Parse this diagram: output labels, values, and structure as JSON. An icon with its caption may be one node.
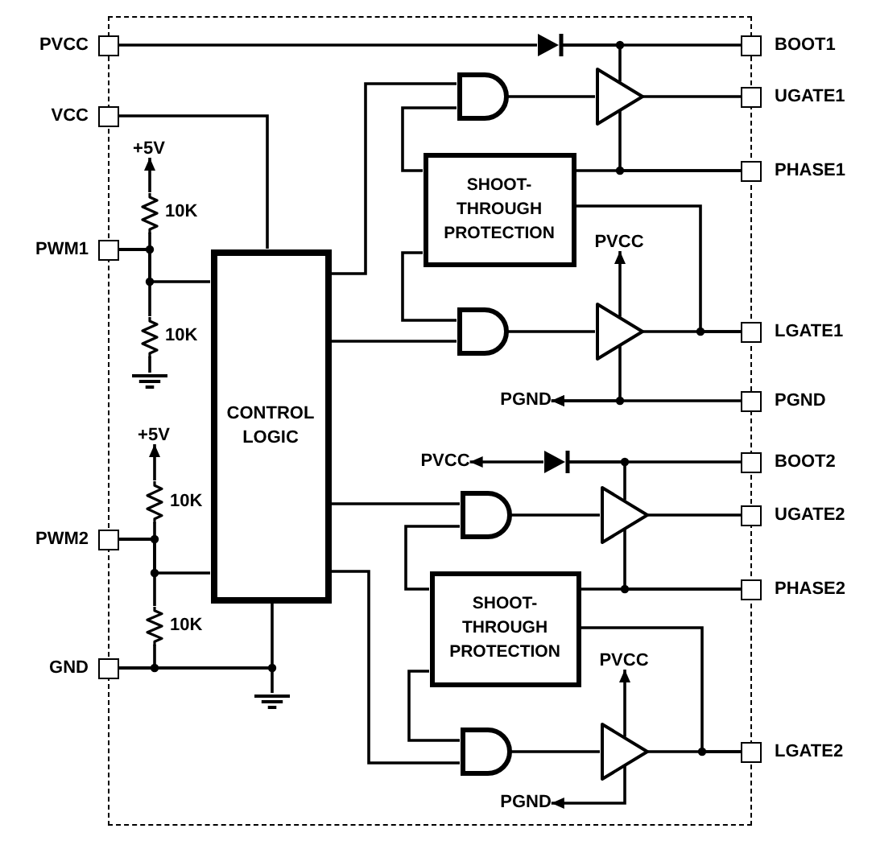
{
  "diagram": {
    "nodes": [
      {
        "text": [],
        "shape": "box"
      },
      {
        "text": [
          "PVCC"
        ]
      },
      {
        "text": [],
        "shape": "diode",
        "in": 0
      },
      {
        "text": [
          "BOOT1"
        ]
      },
      {
        "text": [
          "VCC"
        ]
      },
      {
        "text": [],
        "shape": "gate",
        "in": 0
      },
      {
        "text": [],
        "shape": "triangle",
        "in": 0
      },
      {
        "text": [
          "UGATE1"
        ]
      },
      {
        "text": [
          "+5V"
        ],
        "in": 0
      },
      {
        "text": [
          "SHOOT-THROUGH PROTECTION"
        ],
        "in": 0
      },
      {
        "text": [],
        "shape": "resistor",
        "beside": [
          "10K"
        ],
        "in": 0
      },
      {
        "text": [
          "PHASE1"
        ]
      },
      {
        "text": [
          "PWM1"
        ]
      },
      {
        "text": [
          "CONTROL LOGIC"
        ],
        "in": 0
      },
      {
        "text": [
          "PVCC"
        ],
        "in": 0
      },
      {
        "text": [],
        "shape": "resistor",
        "beside": [
          "10K"
        ],
        "in": 0
      },
      {
        "text": [],
        "shape": "gate",
        "in": 0
      },
      {
        "text": [],
        "shape": "triangle",
        "in": 0
      },
      {
        "text": [
          "LGATE1"
        ]
      },
      {
        "text": [],
        "shape": "ground",
        "in": 0
      },
      {
        "text": [
          "PGND"
        ],
        "in": 0
      },
      {
        "text": [
          "PGND"
        ]
      },
      {
        "text": [
          "+5V"
        ],
        "in": 0
      },
      {
        "text": [
          "PVCC"
        ],
        "in": 0
      },
      {
        "text": [],
        "shape": "diode",
        "in": 0
      },
      {
        "text": [
          "BOOT2"
        ]
      },
      {
        "text": [],
        "shape": "resistor",
        "beside": [
          "10K"
        ],
        "in": 0
      },
      {
        "text": [],
        "shape": "gate",
        "in": 0
      },
      {
        "text": [],
        "shape": "triangle",
        "in": 0
      },
      {
        "text": [
          "UGATE2"
        ]
      },
      {
        "text": [
          "PWM2"
        ]
      },
      {
        "text": [
          "SHOOT-THROUGH PROTECTION"
        ],
        "in": 0
      },
      {
        "text": [
          "PHASE2"
        ]
      },
      {
        "text": [],
        "shape": "resistor",
        "beside": [
          "10K"
        ],
        "in": 0
      },
      {
        "text": [
          "GND"
        ]
      },
      {
        "text": [],
        "shape": "ground",
        "in": 0
      },
      {
        "text": [
          "PVCC"
        ],
        "in": 0
      },
      {
        "text": [],
        "shape": "gate",
        "in": 0
      },
      {
        "text": [],
        "shape": "triangle",
        "in": 0
      },
      {
        "text": [
          "LGATE2"
        ]
      },
      {
        "text": [
          "PGND"
        ],
        "in": 0
      }
    ],
    "edges": [
      {
        "from": 1,
        "to": 2,
        "arrow": "none"
      },
      {
        "from": 2,
        "to": 3,
        "arrow": "none"
      },
      {
        "from": 2,
        "to": 6,
        "arrow": "none"
      },
      {
        "from": 4,
        "to": 13,
        "arrow": "none"
      },
      {
        "from": 10,
        "to": 8,
        "arrow": "to"
      },
      {
        "from": 12,
        "to": 10,
        "arrow": "none"
      },
      {
        "from": 12,
        "to": 15,
        "arrow": "none"
      },
      {
        "from": 12,
        "to": 13,
        "arrow": "none"
      },
      {
        "from": 15,
        "to": 19,
        "arrow": "none"
      },
      {
        "from": 13,
        "to": 5,
        "arrow": "none"
      },
      {
        "from": 9,
        "to": 5,
        "arrow": "none"
      },
      {
        "from": 5,
        "to": 6,
        "arrow": "none"
      },
      {
        "from": 6,
        "to": 7,
        "arrow": "none"
      },
      {
        "from": 9,
        "to": 11,
        "arrow": "none"
      },
      {
        "from": 6,
        "to": 11,
        "arrow": "none"
      },
      {
        "from": 13,
        "to": 16,
        "arrow": "none"
      },
      {
        "from": 9,
        "to": 16,
        "arrow": "none"
      },
      {
        "from": 16,
        "to": 17,
        "arrow": "none"
      },
      {
        "from": 17,
        "to": 18,
        "arrow": "none"
      },
      {
        "from": 9,
        "to": 18,
        "arrow": "none"
      },
      {
        "from": 17,
        "to": 14,
        "arrow": "to"
      },
      {
        "from": 17,
        "to": 20,
        "arrow": "to"
      },
      {
        "from": 21,
        "to": 20,
        "arrow": "to"
      },
      {
        "from": 26,
        "to": 22,
        "arrow": "to"
      },
      {
        "from": 30,
        "to": 26,
        "arrow": "none"
      },
      {
        "from": 30,
        "to": 33,
        "arrow": "none"
      },
      {
        "from": 30,
        "to": 13,
        "arrow": "none"
      },
      {
        "from": 24,
        "to": 23,
        "arrow": "to"
      },
      {
        "from": 24,
        "to": 25,
        "arrow": "none"
      },
      {
        "from": 24,
        "to": 28,
        "arrow": "none"
      },
      {
        "from": 13,
        "to": 27,
        "arrow": "none"
      },
      {
        "from": 31,
        "to": 27,
        "arrow": "none"
      },
      {
        "from": 27,
        "to": 28,
        "arrow": "none"
      },
      {
        "from": 28,
        "to": 29,
        "arrow": "none"
      },
      {
        "from": 31,
        "to": 32,
        "arrow": "none"
      },
      {
        "from": 28,
        "to": 32,
        "arrow": "none"
      },
      {
        "from": 34,
        "to": 33,
        "arrow": "none"
      },
      {
        "from": 34,
        "to": 13,
        "arrow": "none"
      },
      {
        "from": 34,
        "to": 35,
        "arrow": "none"
      },
      {
        "from": 13,
        "to": 37,
        "arrow": "none"
      },
      {
        "from": 31,
        "to": 37,
        "arrow": "none"
      },
      {
        "from": 37,
        "to": 38,
        "arrow": "none"
      },
      {
        "from": 38,
        "to": 39,
        "arrow": "none"
      },
      {
        "from": 31,
        "to": 39,
        "arrow": "none"
      },
      {
        "from": 38,
        "to": 36,
        "arrow": "to"
      },
      {
        "from": 38,
        "to": 40,
        "arrow": "to"
      }
    ]
  }
}
